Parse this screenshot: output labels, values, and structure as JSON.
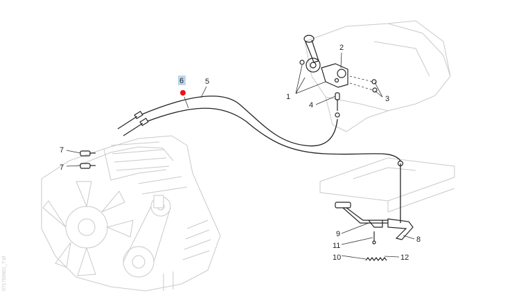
{
  "diagram": {
    "callouts": {
      "c1": "1",
      "c2": "2",
      "c3": "3",
      "c4": "4",
      "c5": "5",
      "c6": "6",
      "c7a": "7",
      "c7b": "7",
      "c8": "8",
      "c9": "9",
      "c10": "10",
      "c11": "11",
      "c12": "12"
    },
    "selected_callout": "6",
    "selected_marker_color": "#e8141c",
    "selected_highlight_color": "#bcd6ee",
    "side_code": "0?1?50601_?.tif"
  }
}
